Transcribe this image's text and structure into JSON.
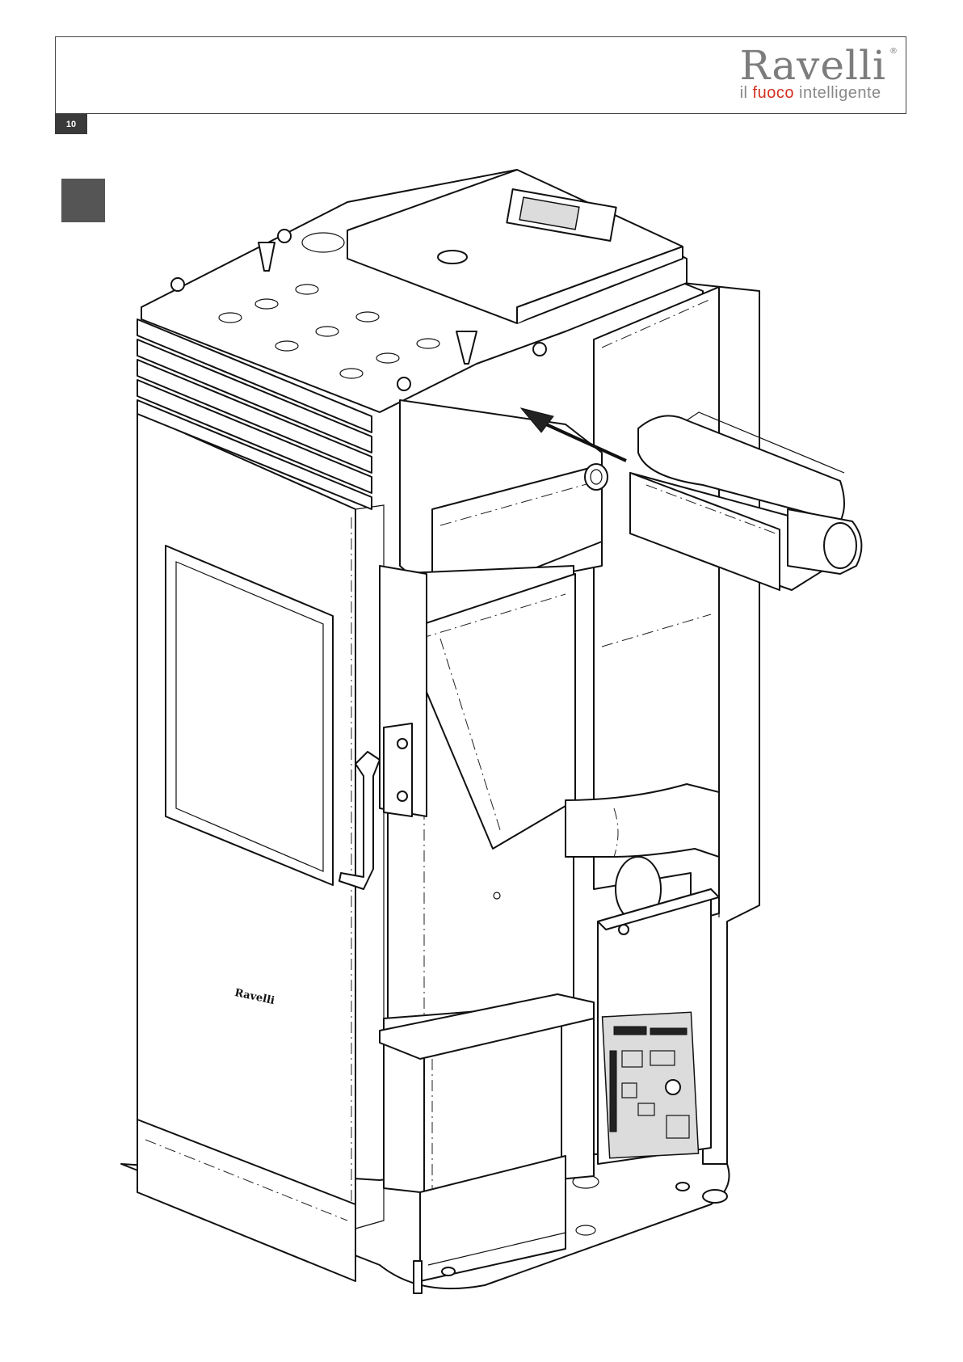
{
  "header": {
    "brand_name": "Ravelli",
    "registered_mark": "®",
    "tagline_prefix": "il ",
    "tagline_highlight": "fuoco",
    "tagline_suffix": " intelligente"
  },
  "page_number": "10",
  "drawing": {
    "stove_logo": "Ravelli"
  },
  "colors": {
    "brand_gray": "#7d7d7d",
    "tagline_red": "#d4301f",
    "page_badge": "#3a3a3a",
    "step_marker": "#555555"
  }
}
